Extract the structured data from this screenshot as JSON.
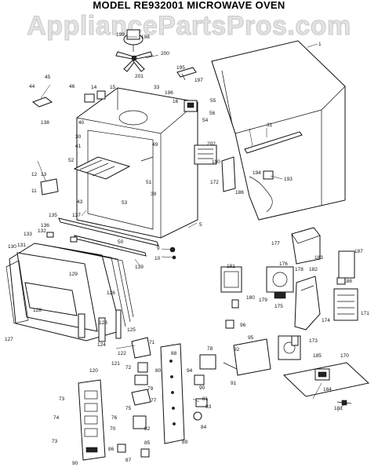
{
  "header": {
    "model_title": "MODEL RE932001  MICROWAVE OVEN",
    "watermark": "AppliancePartsPros.com"
  },
  "callouts": {
    "c1": "1",
    "c5": "5",
    "c9": "9",
    "c10": "10",
    "c11": "11",
    "c12": "12",
    "c13": "13",
    "c14": "14",
    "c15": "15",
    "c16": "16",
    "c30": "30",
    "c31": "31",
    "c33": "33",
    "c39": "39",
    "c40": "40",
    "c41": "41",
    "c43": "43",
    "c44": "44",
    "c45": "45",
    "c46": "46",
    "c49": "49",
    "c50": "50",
    "c51": "51",
    "c52": "52",
    "c53": "53",
    "c54": "54",
    "c55": "55",
    "c56": "56",
    "c70": "70",
    "c71": "71",
    "c72": "72",
    "c73": "73",
    "c74": "74",
    "c75": "75",
    "c76": "76",
    "c77": "77",
    "c78": "78",
    "c79": "79",
    "c80": "80",
    "c81": "81",
    "c82": "82",
    "c83": "83",
    "c84": "84",
    "c85": "85",
    "c86": "86",
    "c87": "87",
    "c88": "88",
    "c89": "89",
    "c90": "90",
    "c91": "91",
    "c92": "92",
    "c93": "93",
    "c94": "94",
    "c95": "95",
    "c96": "96",
    "c120": "120",
    "c121": "121",
    "c122": "122",
    "c123": "123",
    "c124": "124",
    "c125": "125",
    "c126": "126",
    "c127": "127",
    "c128": "128",
    "c129": "129",
    "c130": "130",
    "c131": "131",
    "c132": "132",
    "c133": "133",
    "c135": "135",
    "c136": "136",
    "c137": "137",
    "c138": "138",
    "c139": "139",
    "c170": "170",
    "c171": "171",
    "c172": "172",
    "c173": "173",
    "c174": "174",
    "c175": "175",
    "c176": "176",
    "c177": "177",
    "c178": "178",
    "c179": "179",
    "c180": "180",
    "c181": "181",
    "c182": "182",
    "c183": "183",
    "c184": "184",
    "c185": "185",
    "c186": "186",
    "c187": "187",
    "c188": "188",
    "c190": "190",
    "c193": "193",
    "c194": "194",
    "c195": "195",
    "c196": "196",
    "c197": "197",
    "c198": "198",
    "c199": "199",
    "c200": "200",
    "c201": "201",
    "c202": "202"
  }
}
